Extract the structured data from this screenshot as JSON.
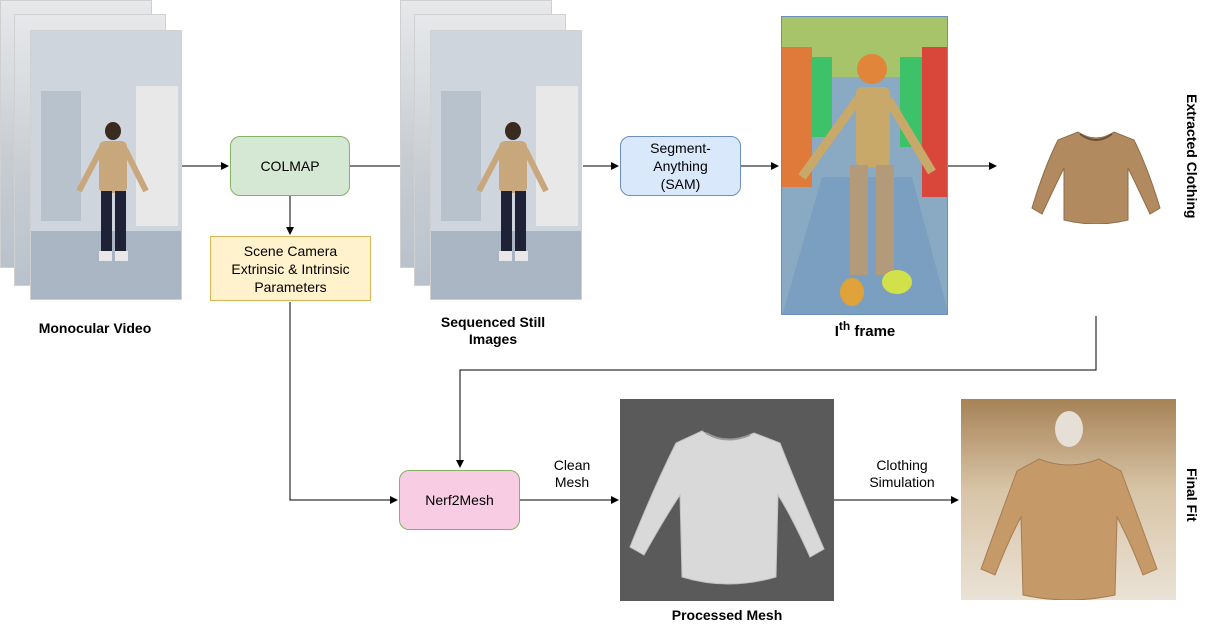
{
  "nodes": {
    "colmap": "COLMAP",
    "sam": "Segment-\nAnything\n(SAM)",
    "camera_params": "Scene Camera\nExtrinsic & Intrinsic\nParameters",
    "nerf2mesh": "Nerf2Mesh"
  },
  "captions": {
    "monocular_video": "Monocular Video",
    "sequenced_still_images": "Sequenced Still\nImages",
    "ith_frame_prefix": "I",
    "ith_frame_sup": "th",
    "ith_frame_suffix": " frame",
    "extracted_clothing": "Extracted Clothing",
    "processed_mesh": "Processed Mesh",
    "final_fit": "Final Fit"
  },
  "edge_labels": {
    "clean_mesh": "Clean\nMesh",
    "clothing_simulation": "Clothing\nSimulation"
  },
  "colors": {
    "colmap_fill": "#d5e8d4",
    "colmap_border": "#82b366",
    "sam_fill": "#dae8fc",
    "sam_border": "#6c8ebf",
    "camera_fill": "#fff2cc",
    "camera_border": "#d6b656",
    "nerf_fill": "#f8cde3",
    "nerf_border": "#82b366"
  }
}
